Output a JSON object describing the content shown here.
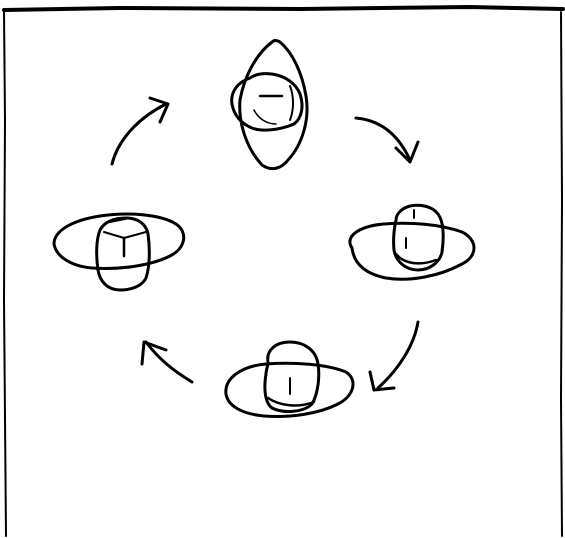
{
  "diagram": {
    "kind": "hand-drawn rotation cycle",
    "ink_color": "#000000",
    "paper_color": "#ffffff",
    "stages": [
      {
        "id": "top",
        "icon": "hat-on-head-icon",
        "view": "sideways"
      },
      {
        "id": "right",
        "icon": "hat-on-head-icon",
        "view": "upright"
      },
      {
        "id": "bottom",
        "icon": "hat-on-head-icon",
        "view": "upright"
      },
      {
        "id": "left",
        "icon": "hat-on-head-icon",
        "view": "upright"
      }
    ],
    "flow": "clockwise",
    "arrows": [
      {
        "from": "top",
        "to": "right",
        "icon": "curved-arrow-icon"
      },
      {
        "from": "right",
        "to": "bottom",
        "icon": "curved-arrow-icon"
      },
      {
        "from": "bottom",
        "to": "left",
        "icon": "curved-arrow-icon"
      },
      {
        "from": "left",
        "to": "top",
        "icon": "curved-arrow-icon"
      }
    ]
  }
}
